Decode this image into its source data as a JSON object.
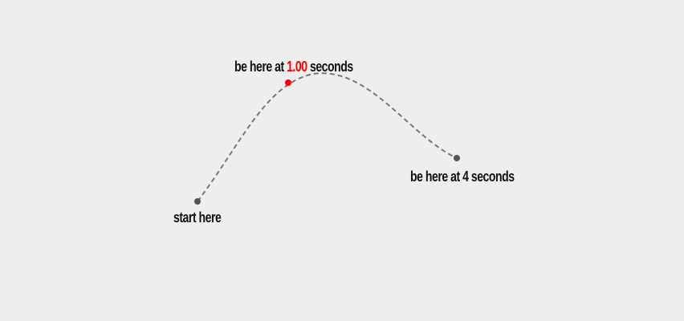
{
  "colors": {
    "background": "#eeeeee",
    "path_stroke": "#777777",
    "endpoint_fill": "#555555",
    "moving_dot_fill": "#ff0000",
    "text": "#111111",
    "accent": "#ff0000"
  },
  "labels": {
    "start": "start here",
    "mid_prefix": "be here at",
    "mid_time": "1.00",
    "mid_suffix": "seconds",
    "end": "be here at 4 seconds"
  }
}
